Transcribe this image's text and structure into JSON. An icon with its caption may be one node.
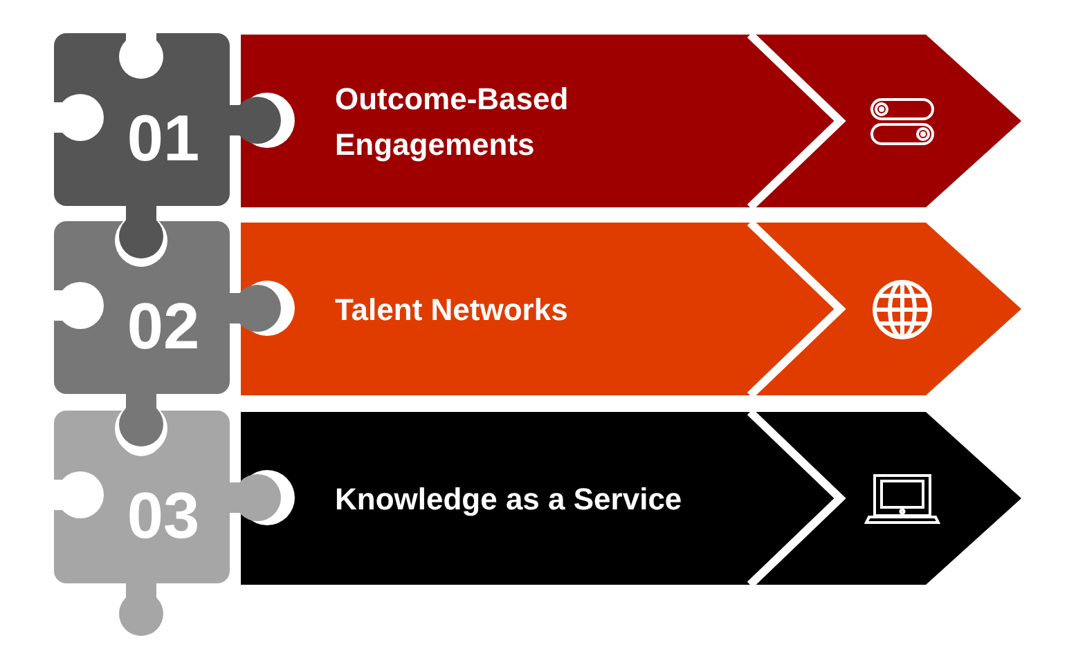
{
  "diagram": {
    "nodes": [
      {
        "text": [
          "01"
        ]
      },
      {
        "text": [
          "Outcome-Based Engagements"
        ]
      },
      {
        "text": [
          "02"
        ]
      },
      {
        "text": [
          "Talent Networks"
        ]
      },
      {
        "text": [
          "03"
        ]
      },
      {
        "text": [
          "Knowledge as a Service"
        ]
      }
    ]
  }
}
